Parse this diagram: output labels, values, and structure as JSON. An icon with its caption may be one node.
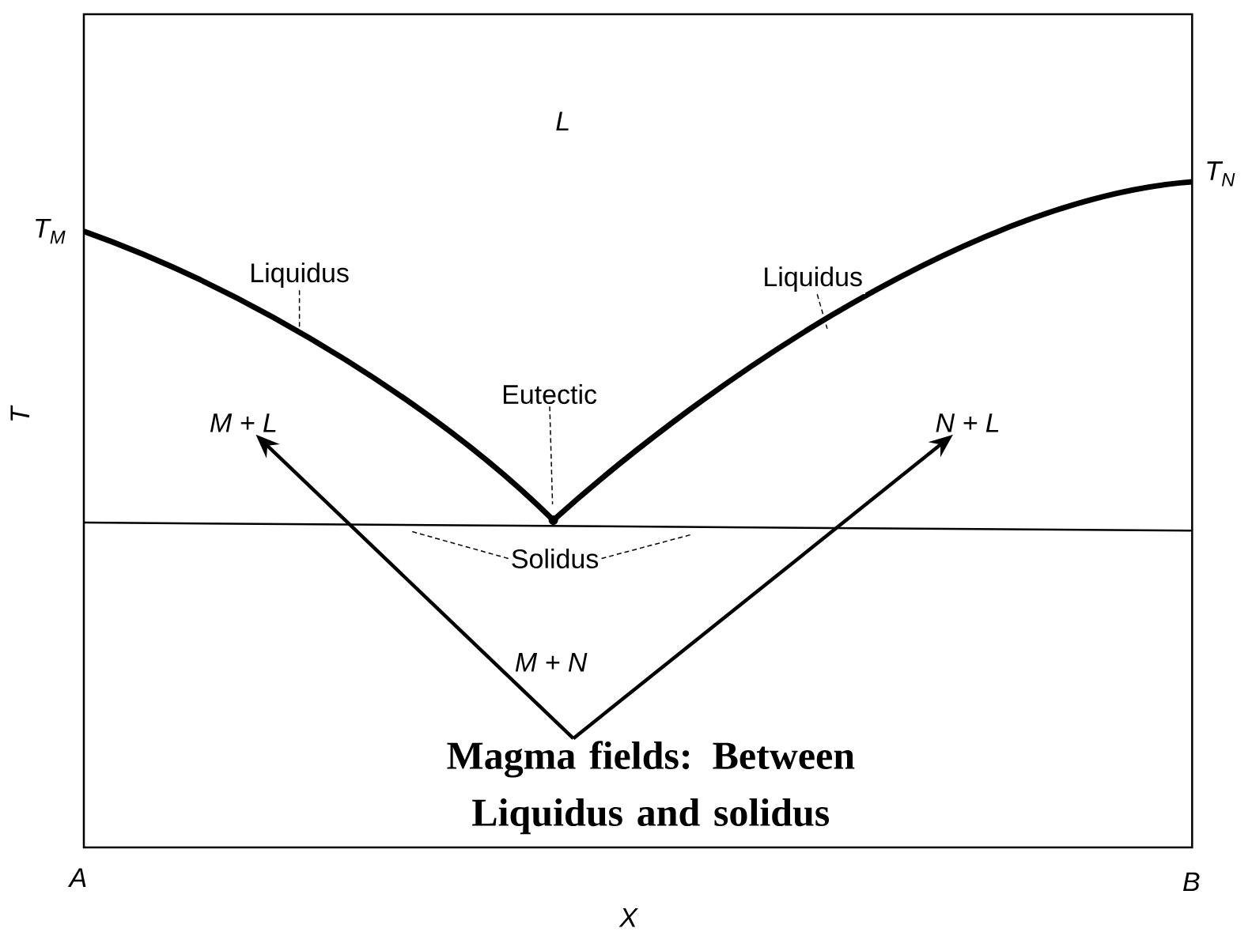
{
  "diagram": {
    "nodes": [
      {
        "text": [
          "M + L"
        ]
      },
      {
        "text": [
          "N + L"
        ]
      },
      {
        "text": [
          "Magma fields: Between Liquidus and solidus"
        ]
      },
      {
        "text": [
          "Liquidus"
        ]
      },
      {
        "text": [
          "Liquidus"
        ]
      },
      {
        "text": [
          "Eutectic"
        ]
      },
      {
        "text": [
          "Solidus"
        ]
      }
    ],
    "edges": [
      {
        "from": 2,
        "to": 0,
        "arrow": "to",
        "style": "thick"
      },
      {
        "from": 2,
        "to": 1,
        "arrow": "to",
        "style": "thick"
      },
      {
        "from": 3,
        "to": null,
        "arrow": "none",
        "style": "dashed"
      },
      {
        "from": 4,
        "to": null,
        "arrow": "none",
        "style": "dashed"
      },
      {
        "from": 5,
        "to": null,
        "arrow": "none",
        "style": "dashed"
      },
      {
        "from": 6,
        "to": null,
        "arrow": "none",
        "style": "dashed"
      },
      {
        "from": 6,
        "to": null,
        "arrow": "none",
        "style": "dashed"
      }
    ],
    "labels": [
      "L",
      "T$_{M}$",
      "T$_{N}$",
      "T",
      "M + N",
      "A",
      "B",
      "X"
    ]
  }
}
